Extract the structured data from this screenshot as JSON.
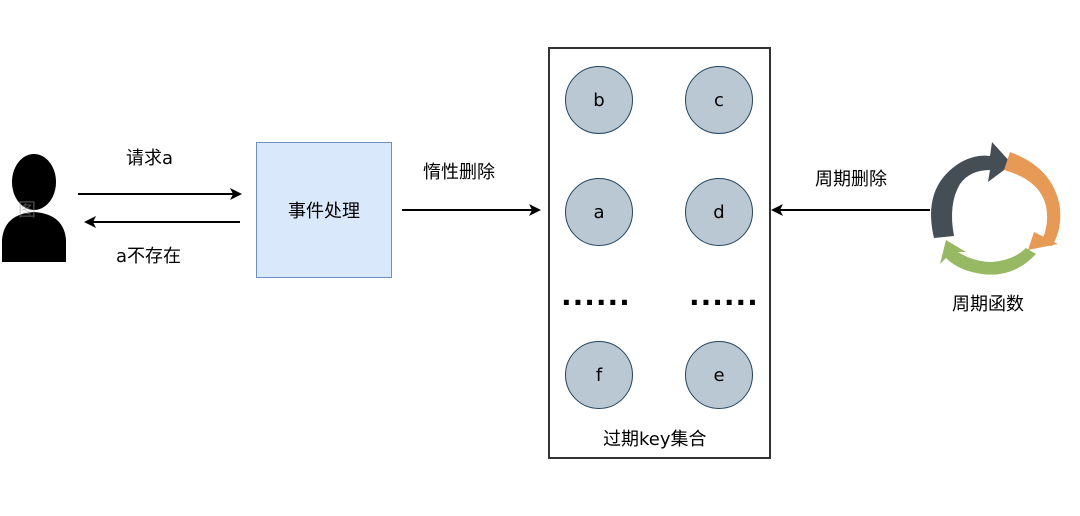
{
  "user": {
    "icon": "user-silhouette-icon",
    "watermark": "图"
  },
  "arrows": {
    "request_label": "请求a",
    "response_label": "a不存在",
    "lazy_delete_label": "惰性删除",
    "periodic_delete_label": "周期删除"
  },
  "process": {
    "label": "事件处理",
    "fill": "#dae8fc",
    "stroke": "#6c8ebf"
  },
  "keyset": {
    "title": "过期key集合",
    "nodes": [
      "b",
      "c",
      "a",
      "d",
      "f",
      "e"
    ],
    "ellipsis_left": "......",
    "ellipsis_right": "......",
    "node_fill": "#bac8d3",
    "node_stroke": "#23445d"
  },
  "cycle": {
    "icon": "cycle-arrows-icon",
    "label": "周期函数",
    "colors": [
      "#454d55",
      "#e79a55",
      "#97b963"
    ]
  }
}
